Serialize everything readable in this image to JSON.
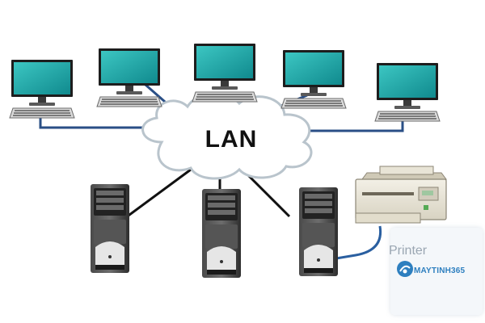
{
  "diagram": {
    "center_label": "LAN",
    "nodes": [
      {
        "id": "pc-1",
        "kind": "computer"
      },
      {
        "id": "pc-2",
        "kind": "computer"
      },
      {
        "id": "pc-3",
        "kind": "computer"
      },
      {
        "id": "pc-4",
        "kind": "computer"
      },
      {
        "id": "pc-5",
        "kind": "computer"
      },
      {
        "id": "server-1",
        "kind": "server"
      },
      {
        "id": "server-2",
        "kind": "server"
      },
      {
        "id": "server-3",
        "kind": "server"
      },
      {
        "id": "printer-1",
        "kind": "printer"
      }
    ],
    "links": [
      {
        "from": "pc-1",
        "to": "lan"
      },
      {
        "from": "pc-2",
        "to": "lan"
      },
      {
        "from": "pc-3",
        "to": "lan"
      },
      {
        "from": "pc-4",
        "to": "lan"
      },
      {
        "from": "pc-5",
        "to": "lan"
      },
      {
        "from": "server-1",
        "to": "lan"
      },
      {
        "from": "server-2",
        "to": "lan"
      },
      {
        "from": "server-3",
        "to": "lan"
      },
      {
        "from": "printer-1",
        "to": "server-3"
      }
    ],
    "colors": {
      "screen": "#1aa3a3",
      "link_top": "#2a4f86",
      "link_bottom": "#111111",
      "printer_link": "#2a5fa0",
      "cloud_fill": "#ffffff",
      "cloud_stroke": "#b9c4cc"
    }
  },
  "watermark": {
    "caption": "Printer",
    "brand": "MAYTINH365"
  }
}
